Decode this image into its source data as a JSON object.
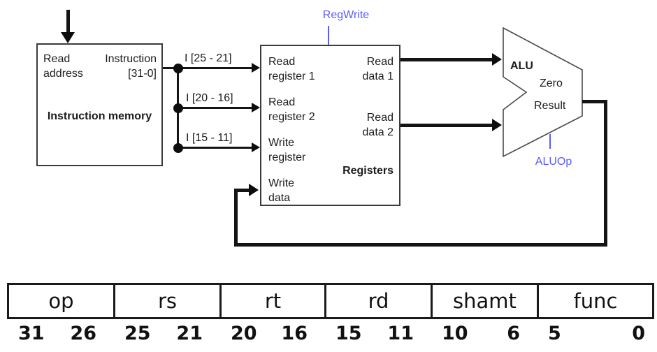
{
  "colors": {
    "signal_blue": "#5c5cf7"
  },
  "datapath": {
    "instruction_memory": {
      "title": "Instruction memory",
      "port_read_address": "Read address",
      "port_instruction_out": "Instruction [31-0]"
    },
    "field_wires": [
      {
        "label": "I [25 - 21]"
      },
      {
        "label": "I [20 - 16]"
      },
      {
        "label": "I [15 - 11]"
      }
    ],
    "registers": {
      "title": "Registers",
      "port_read_register_1": "Read register 1",
      "port_read_register_2": "Read register 2",
      "port_write_register": "Write register",
      "port_write_data": "Write data",
      "port_read_data_1": "Read data 1",
      "port_read_data_2": "Read data 2"
    },
    "alu": {
      "title": "ALU",
      "output_zero": "Zero",
      "output_result": "Result"
    },
    "control_signals": {
      "reg_write": "RegWrite",
      "alu_op": "ALUOp"
    }
  },
  "instruction_format": {
    "fields": [
      {
        "name": "op",
        "hi": "31",
        "lo": "26"
      },
      {
        "name": "rs",
        "hi": "25",
        "lo": "21"
      },
      {
        "name": "rt",
        "hi": "20",
        "lo": "16"
      },
      {
        "name": "rd",
        "hi": "15",
        "lo": "11"
      },
      {
        "name": "shamt",
        "hi": "10",
        "lo": "6"
      },
      {
        "name": "func",
        "hi": "5",
        "lo": "0"
      }
    ]
  }
}
